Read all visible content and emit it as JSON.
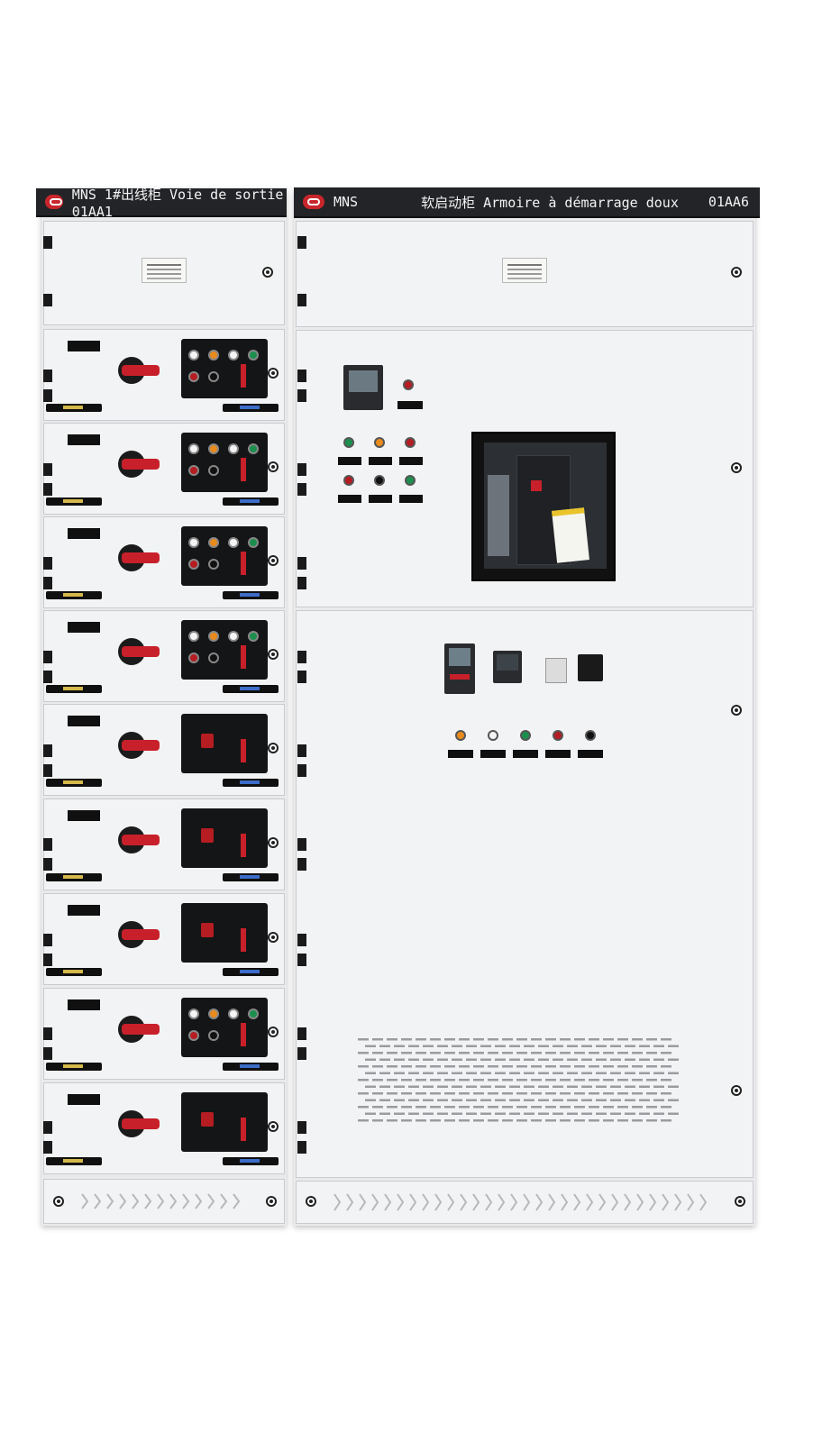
{
  "left_cabinet": {
    "header_text": "MNS 1#出线柜 Voie de sortie 01AA1",
    "brand_color": "#c8262c"
  },
  "right_cabinet": {
    "header_brand": "MNS",
    "header_title": "软启动柜 Armoire à démarrage doux",
    "header_code": "01AA6"
  },
  "icons": [
    "company-logo-icon",
    "rotary-switch-icon",
    "indicator-lamp-icon",
    "panel-bolt-icon",
    "vent-grille-icon"
  ],
  "colors": {
    "cabinet_body": "#e9eaec",
    "header_bar": "#222427",
    "handle_red": "#c8202a",
    "lamp_orange": "#e98a1c",
    "lamp_green": "#1c8f4e",
    "lamp_red": "#b51d22",
    "lamp_white": "#f4f4f4"
  }
}
